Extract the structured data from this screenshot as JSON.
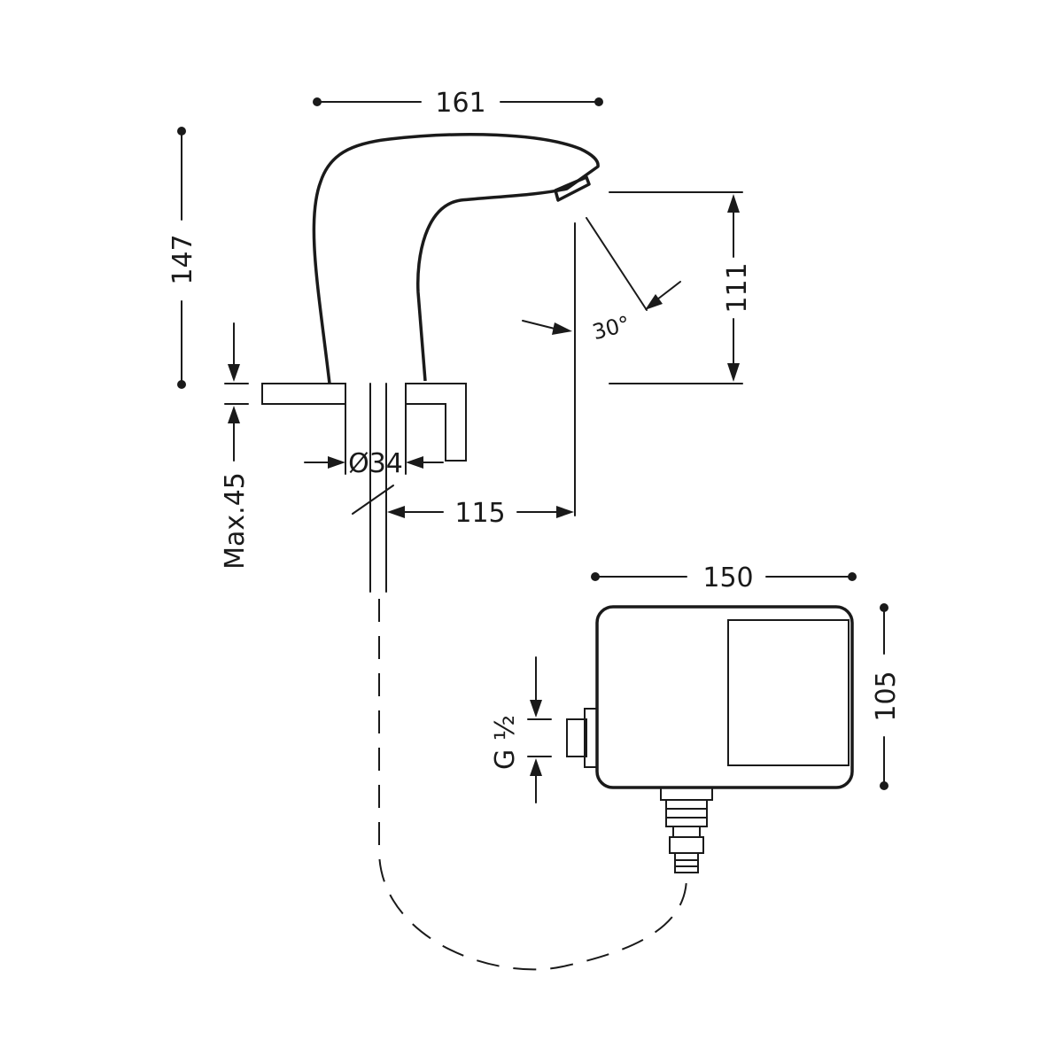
{
  "dimensions": {
    "spout_length": "161",
    "height": "147",
    "outlet_height": "111",
    "angle": "30°",
    "hole_diameter": "Ø34",
    "reach": "115",
    "max_thickness": "Max.45",
    "box_width": "150",
    "box_height": "105",
    "inlet_thread": "G ½"
  },
  "colors": {
    "line": "#1a1a1a",
    "background": "#ffffff"
  }
}
